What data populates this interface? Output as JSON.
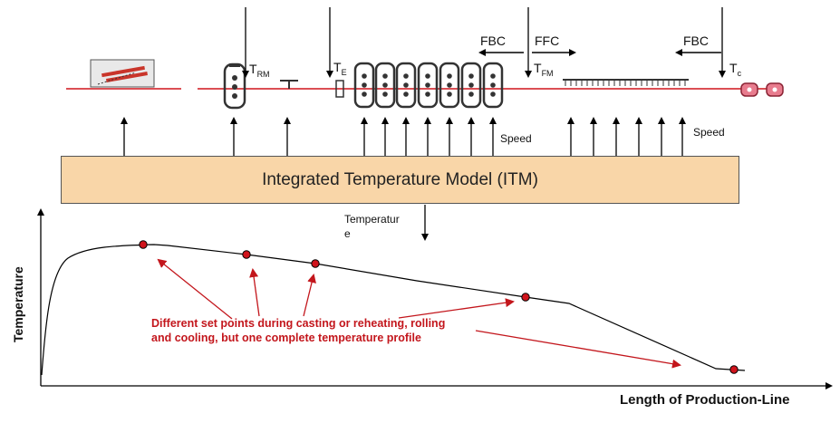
{
  "model": {
    "label": "Integrated Temperature Model (ITM)"
  },
  "labels": {
    "t_rm_main": "T",
    "t_rm_sub": "RM",
    "t_e_main": "T",
    "t_e_sub": "E",
    "t_fm_main": "T",
    "t_fm_sub": "FM",
    "t_c_main": "T",
    "t_c_sub": "c",
    "fbc_left": "FBC",
    "ffc": "FFC",
    "fbc_right": "FBC",
    "speed_left": "Speed",
    "speed_right": "Speed",
    "temperature_line1": "Temperatur",
    "temperature_line2": "e"
  },
  "callout": {
    "line1": "Different set points during casting or reheating, rolling",
    "line2": "and cooling, but one complete temperature profile"
  },
  "axes": {
    "y_title": "Temperature",
    "x_title": "Length of Production-Line"
  },
  "colors": {
    "accent_red": "#c3161c",
    "model_fill": "#f9d6a8",
    "line_red": "#d0141c"
  }
}
